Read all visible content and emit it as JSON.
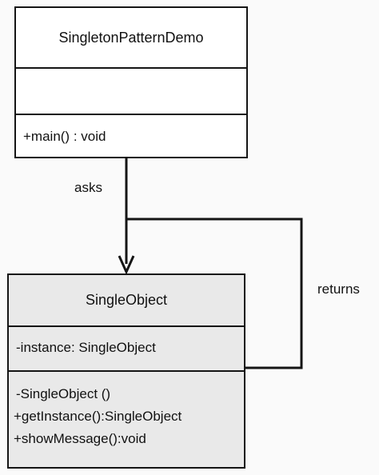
{
  "diagram": {
    "classes": [
      {
        "name": "SingletonPatternDemo",
        "attributes": [],
        "operations": [
          "+main() : void"
        ]
      },
      {
        "name": "SingleObject",
        "attributes": [
          "-instance: SingleObject"
        ],
        "operations": [
          "-SingleObject ()",
          "+getInstance():SingleObject",
          "+showMessage():void"
        ]
      }
    ],
    "relations": [
      {
        "label": "asks"
      },
      {
        "label": "returns"
      }
    ]
  },
  "colors": {
    "background": "#fafafa",
    "line": "#151515",
    "single_object_fill": "#e9e9e9"
  }
}
